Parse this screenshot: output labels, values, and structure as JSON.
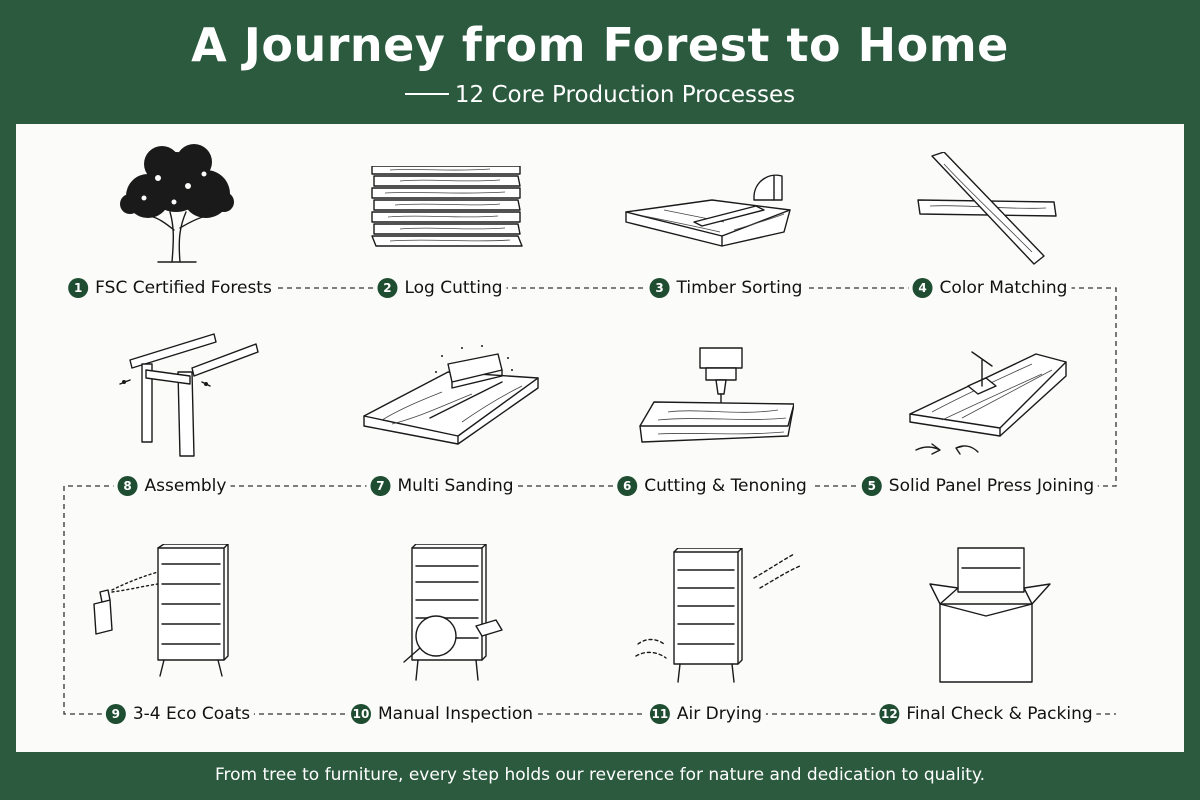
{
  "header": {
    "title": "A Journey from Forest to Home",
    "subtitle": "12 Core Production Processes"
  },
  "steps": [
    {
      "num": "1",
      "label": "FSC Certified Forests",
      "icon": "tree-icon"
    },
    {
      "num": "2",
      "label": "Log Cutting",
      "icon": "stacked-planks-icon"
    },
    {
      "num": "3",
      "label": "Timber Sorting",
      "icon": "board-with-blade-icon"
    },
    {
      "num": "4",
      "label": "Color Matching",
      "icon": "crossed-planks-icon"
    },
    {
      "num": "5",
      "label": "Solid Panel Press Joining",
      "icon": "panel-press-icon"
    },
    {
      "num": "6",
      "label": "Cutting & Tenoning",
      "icon": "cnc-drill-icon"
    },
    {
      "num": "7",
      "label": "Multi Sanding",
      "icon": "sanding-block-icon"
    },
    {
      "num": "8",
      "label": "Assembly",
      "icon": "leg-frame-icon"
    },
    {
      "num": "9",
      "label": "3-4 Eco Coats",
      "icon": "spray-cabinet-icon"
    },
    {
      "num": "10",
      "label": "Manual Inspection",
      "icon": "magnifier-cabinet-icon"
    },
    {
      "num": "11",
      "label": "Air Drying",
      "icon": "drying-cabinet-icon"
    },
    {
      "num": "12",
      "label": "Final Check & Packing",
      "icon": "packing-box-icon"
    }
  ],
  "colors": {
    "background": "#2b5a3e",
    "panel": "#fbfbfa",
    "badge": "#1f4d32",
    "ink": "#1a1a1a"
  },
  "footer": {
    "tagline": "From tree to furniture, every step holds our reverence for nature and dedication to quality."
  }
}
